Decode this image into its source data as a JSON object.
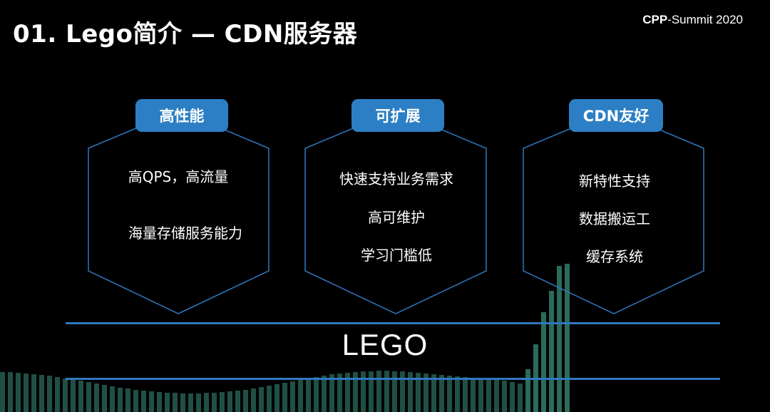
{
  "slide": {
    "title": "01. Lego简介 — CDN服务器",
    "brand_bold": "CPP",
    "brand_rest": "-Summit 2020"
  },
  "features": [
    {
      "badge": "高性能",
      "items": [
        "高QPS，高流量",
        "海量存储服务能力"
      ]
    },
    {
      "badge": "可扩展",
      "items": [
        "快速支持业务需求",
        "高可维护",
        "学习门槛低"
      ]
    },
    {
      "badge": "CDN友好",
      "items": [
        "新特性支持",
        "数据搬运工",
        "缓存系统"
      ]
    }
  ],
  "foundation": {
    "label": "LEGO"
  },
  "colors": {
    "background": "#000000",
    "accent_blue": "#2c7fc4",
    "outline_blue": "#2f78c0",
    "bar_green": "#1f5046"
  }
}
